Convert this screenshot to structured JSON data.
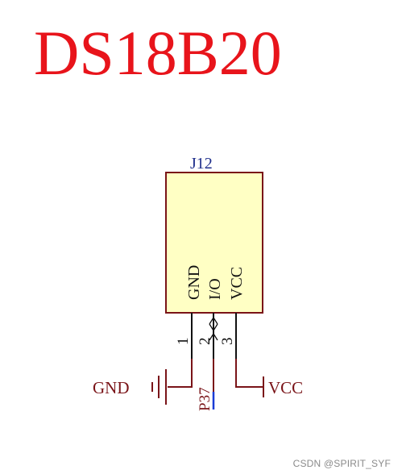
{
  "title": "DS18B20",
  "component": {
    "ref": "J12",
    "body_color": "#ffffc4",
    "pins": [
      {
        "number": "1",
        "name": "GND"
      },
      {
        "number": "2",
        "name": "I/O"
      },
      {
        "number": "3",
        "name": "VCC"
      }
    ]
  },
  "nets": {
    "gnd": "GND",
    "vcc": "VCC",
    "io_label": "P37"
  },
  "colors": {
    "title": "#e8141b",
    "wire": "#7a1418",
    "net_label_line": "#1a3cd6"
  },
  "watermark": "CSDN @SPIRIT_SYF"
}
